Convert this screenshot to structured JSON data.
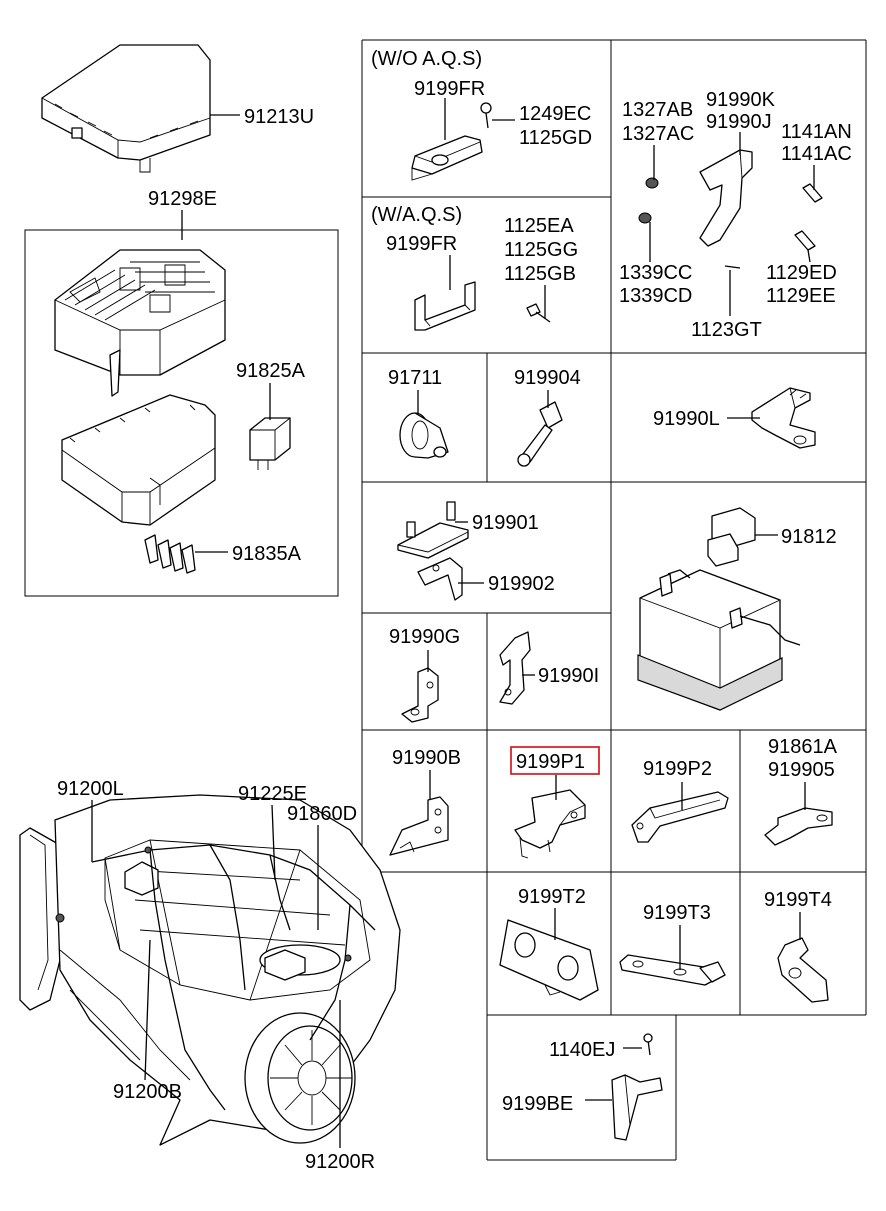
{
  "colors": {
    "line": "#000000",
    "background": "#ffffff",
    "highlight": "#d9262b"
  },
  "highlighted_part": "9199P1",
  "section_headers": {
    "without_aqs": "(W/O A.Q.S)",
    "with_aqs": "(W/A.Q.S)"
  },
  "labels": {
    "p91213U": "91213U",
    "p91298E": "91298E",
    "p91825A": "91825A",
    "p91835A": "91835A",
    "p9199FR_wo": "9199FR",
    "p1249EC": "1249EC",
    "p1125GD": "1125GD",
    "p9199FR_w": "9199FR",
    "p1125EA": "1125EA",
    "p1125GG": "1125GG",
    "p1125GB": "1125GB",
    "p1327AB": "1327AB",
    "p1327AC": "1327AC",
    "p91990K": "91990K",
    "p91990J": "91990J",
    "p1141AN": "1141AN",
    "p1141AC": "1141AC",
    "p1339CC": "1339CC",
    "p1339CD": "1339CD",
    "p1129ED": "1129ED",
    "p1129EE": "1129EE",
    "p1123GT": "1123GT",
    "p91711": "91711",
    "p919904": "919904",
    "p91990L": "91990L",
    "p919901": "919901",
    "p919902": "919902",
    "p91812": "91812",
    "p91990G": "91990G",
    "p91990I": "91990I",
    "p91990B": "91990B",
    "p9199P1": "9199P1",
    "p9199P2": "9199P2",
    "p91861A": "91861A",
    "p919905": "919905",
    "p9199T2": "9199T2",
    "p9199T3": "9199T3",
    "p9199T4": "9199T4",
    "p1140EJ": "1140EJ",
    "p9199BE": "9199BE",
    "p91200L": "91200L",
    "p91225E": "91225E",
    "p91860D": "91860D",
    "p91200B": "91200B",
    "p91200R": "91200R"
  }
}
